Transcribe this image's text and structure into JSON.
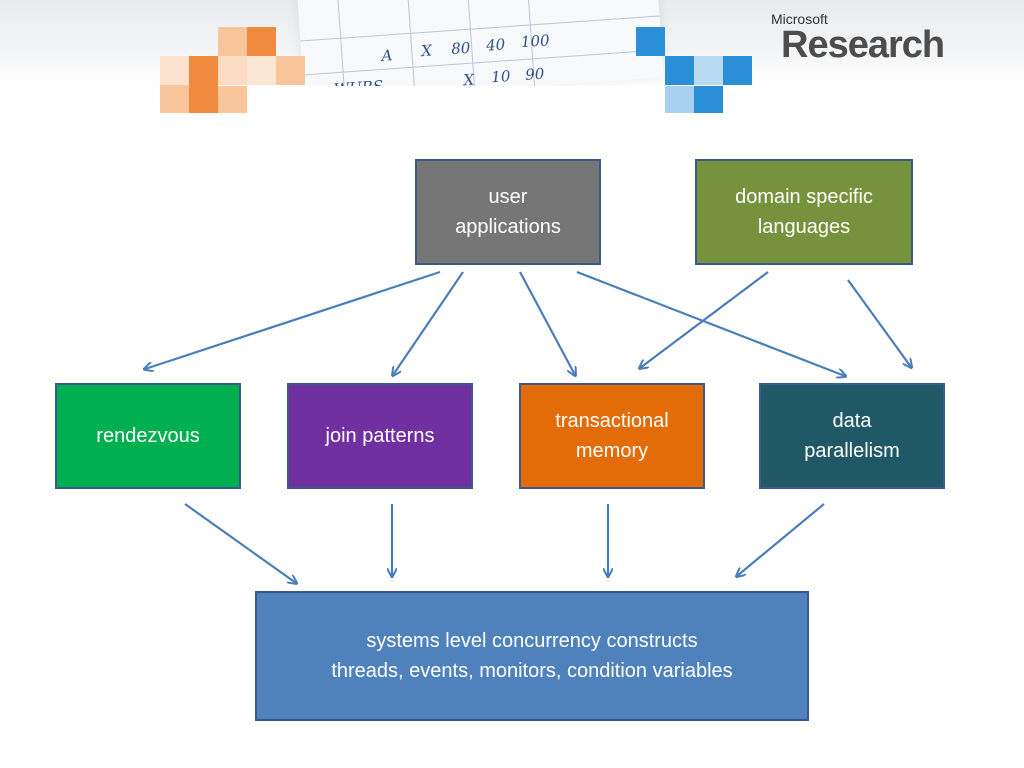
{
  "header": {
    "logo_small": "Microsoft",
    "logo_big": "Research",
    "handwriting": [
      "A",
      "X",
      "80",
      "40",
      "100",
      "X",
      "10",
      "90",
      "WURS"
    ]
  },
  "nodes": {
    "user_applications": {
      "lines": [
        "user",
        "applications"
      ],
      "color": "#767676"
    },
    "domain_specific_languages": {
      "lines": [
        "domain specific",
        "languages"
      ],
      "color": "#76923c"
    },
    "rendezvous": {
      "lines": [
        "rendezvous"
      ],
      "color": "#00b050"
    },
    "join_patterns": {
      "lines": [
        "join patterns"
      ],
      "color": "#7030a0"
    },
    "transactional_memory": {
      "lines": [
        "transactional",
        "memory"
      ],
      "color": "#e36c09"
    },
    "data_parallelism": {
      "lines": [
        "data",
        "parallelism"
      ],
      "color": "#215868"
    },
    "systems_level": {
      "lines": [
        "systems level concurrency constructs",
        "threads, events, monitors, condition variables"
      ],
      "color": "#4f81bd"
    }
  },
  "edges": [
    [
      "user_applications",
      "rendezvous"
    ],
    [
      "user_applications",
      "join_patterns"
    ],
    [
      "user_applications",
      "transactional_memory"
    ],
    [
      "user_applications",
      "data_parallelism"
    ],
    [
      "domain_specific_languages",
      "transactional_memory"
    ],
    [
      "domain_specific_languages",
      "data_parallelism"
    ],
    [
      "rendezvous",
      "systems_level"
    ],
    [
      "join_patterns",
      "systems_level"
    ],
    [
      "transactional_memory",
      "systems_level"
    ],
    [
      "data_parallelism",
      "systems_level"
    ]
  ],
  "colors": {
    "arrow": "#4a7ebb",
    "border": "#3a5a8c"
  }
}
